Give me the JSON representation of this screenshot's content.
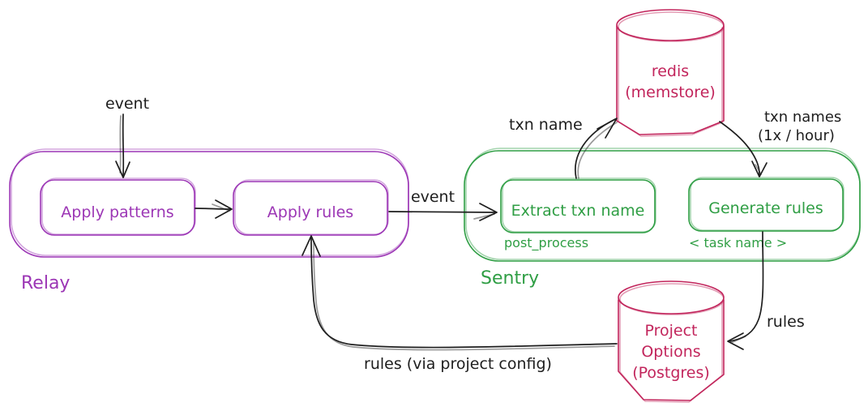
{
  "colors": {
    "relay_purple": "#9c36b5",
    "sentry_green": "#2f9e44",
    "datastore_crimson": "#c2255c",
    "arrow_black": "#1e1e1e",
    "background": "#ffffff"
  },
  "relay": {
    "label": "Relay",
    "apply_patterns": "Apply patterns",
    "apply_rules": "Apply rules"
  },
  "sentry": {
    "label": "Sentry",
    "extract_txn_name": "Extract txn name",
    "post_process": "post_process",
    "generate_rules": "Generate rules",
    "task_name": "< task name >"
  },
  "datastores": {
    "redis": {
      "line1": "redis",
      "line2": "(memstore)"
    },
    "project_options": {
      "line1": "Project",
      "line2": "Options",
      "line3": "(Postgres)"
    }
  },
  "edges": {
    "event_in": "event",
    "event_relay_to_sentry": "event",
    "txn_name": "txn name",
    "txn_names_line1": "txn names",
    "txn_names_line2": "(1x / hour)",
    "rules": "rules",
    "rules_via_project_config": "rules (via project config)"
  }
}
